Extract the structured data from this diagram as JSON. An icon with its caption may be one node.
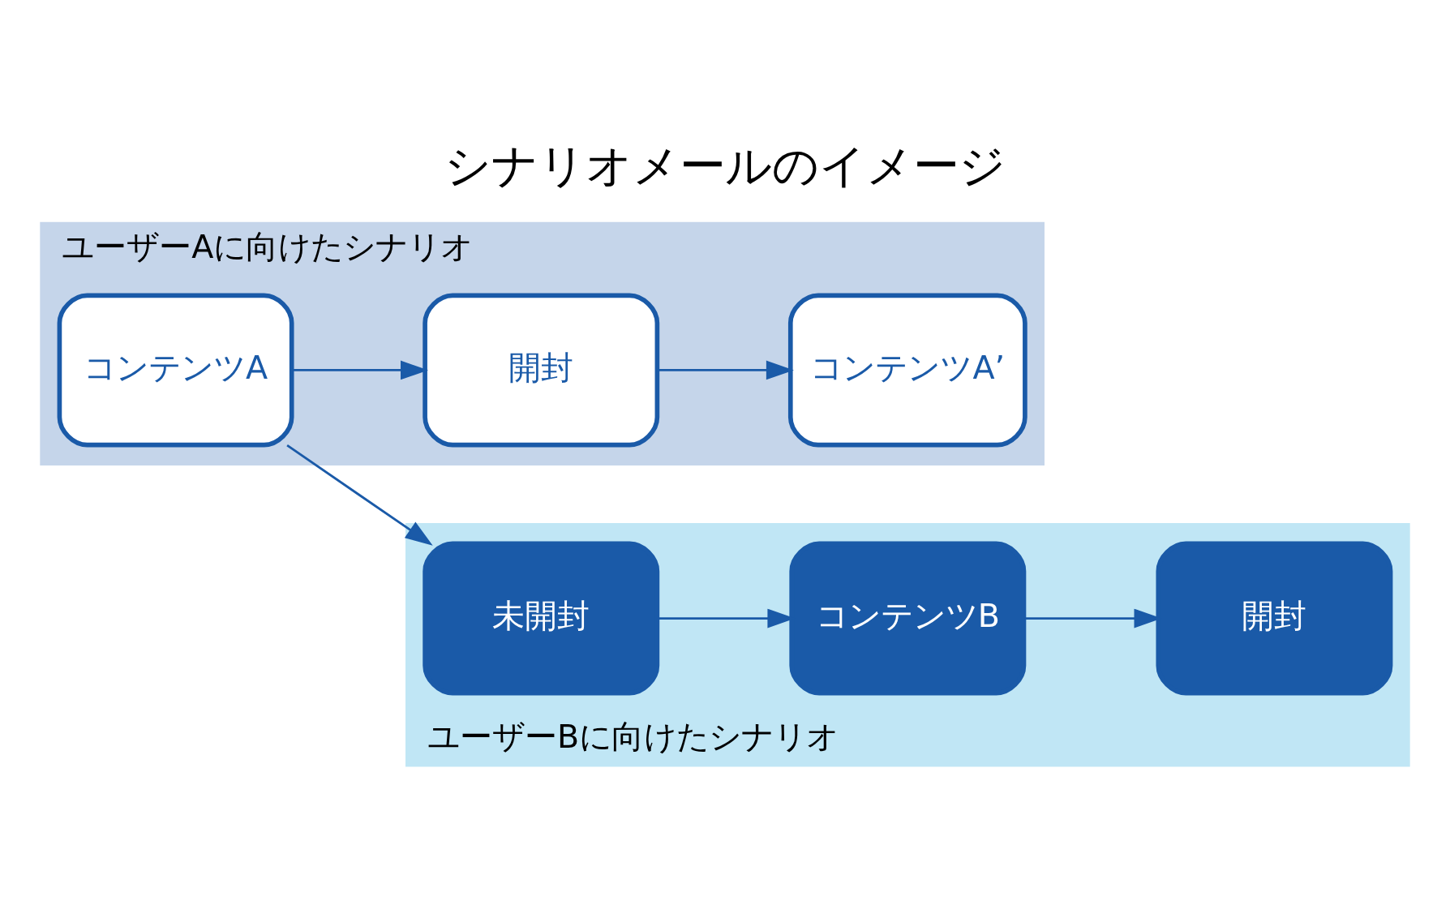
{
  "diagram": {
    "title": "シナリオメールのイメージ",
    "nodes": [
      {
        "text": [
          "ユーザーAに向けたシナリオ"
        ]
      },
      {
        "text": [
          "コンテンツA"
        ],
        "in": 0
      },
      {
        "text": [
          "開封"
        ],
        "in": 0
      },
      {
        "text": [
          "コンテンツA’"
        ],
        "in": 0
      },
      {
        "text": [
          "ユーザーBに向けたシナリオ"
        ]
      },
      {
        "text": [
          "未開封"
        ],
        "in": 4
      },
      {
        "text": [
          "コンテンツB"
        ],
        "in": 4
      },
      {
        "text": [
          "開封"
        ],
        "in": 4
      }
    ],
    "edges": [
      {
        "from": 1,
        "to": 2,
        "arrow": "to"
      },
      {
        "from": 2,
        "to": 3,
        "arrow": "to"
      },
      {
        "from": 1,
        "to": 5,
        "arrow": "to"
      },
      {
        "from": 5,
        "to": 6,
        "arrow": "to"
      },
      {
        "from": 6,
        "to": 7,
        "arrow": "to"
      }
    ]
  }
}
